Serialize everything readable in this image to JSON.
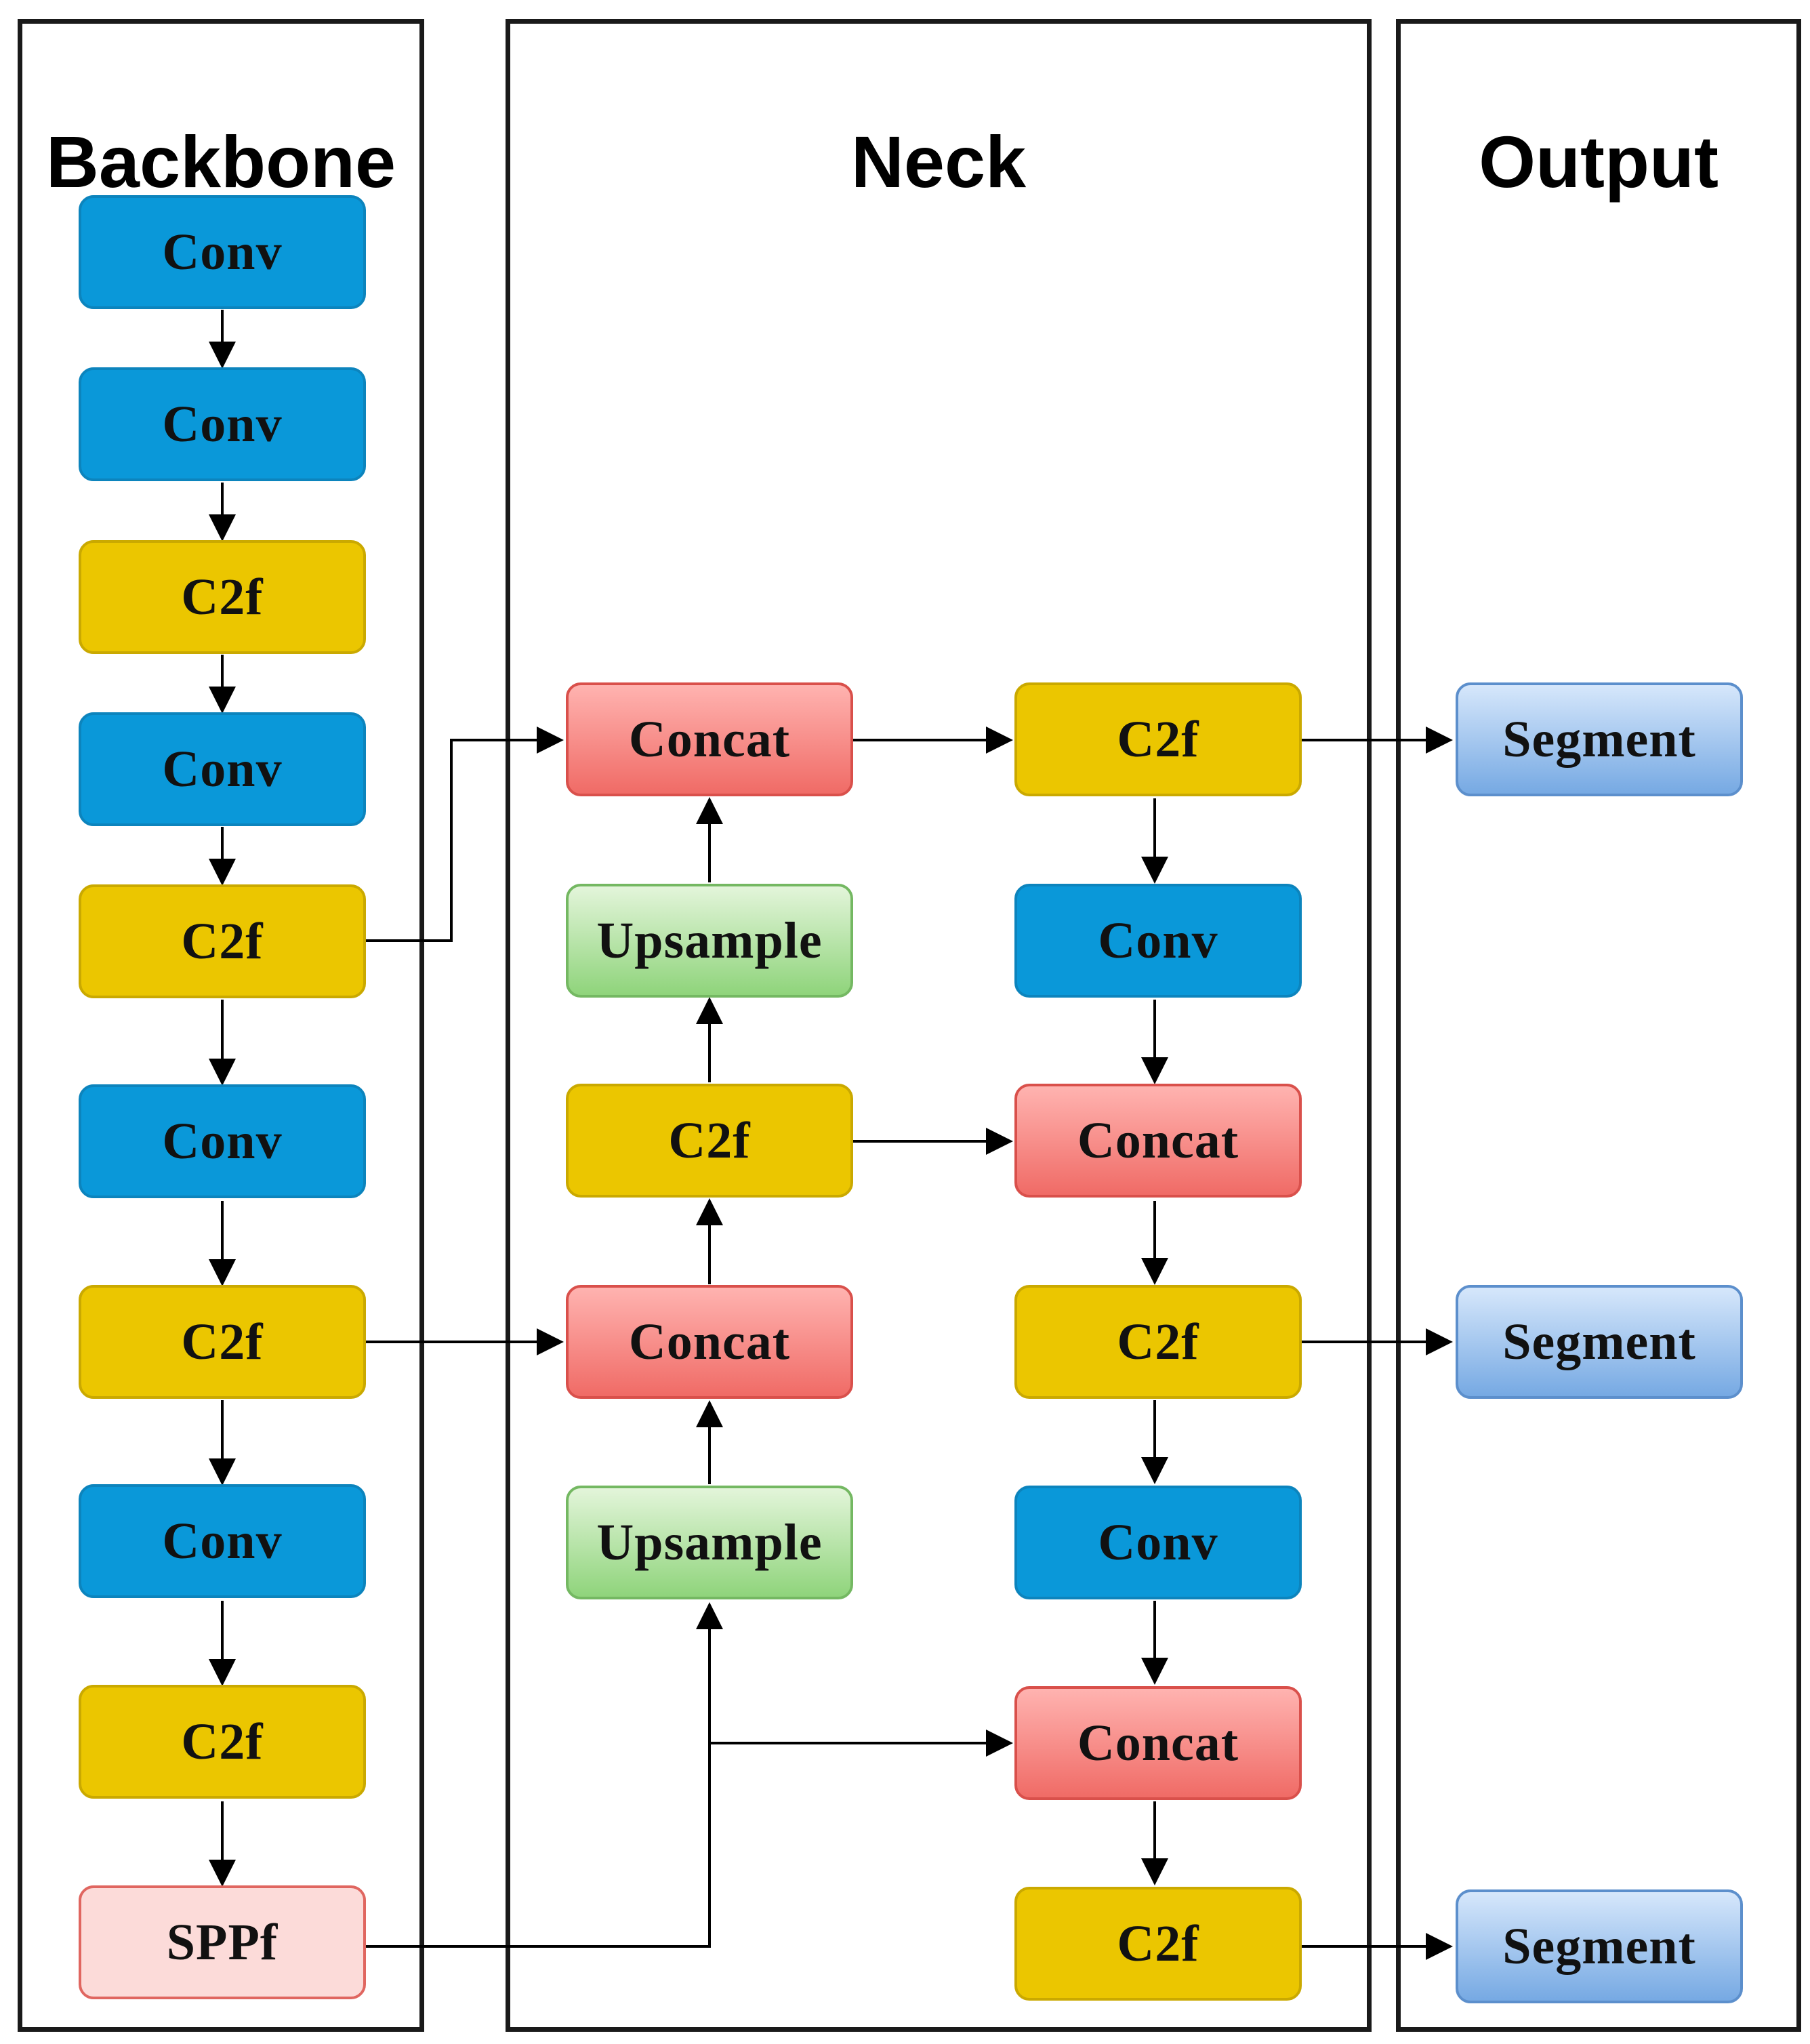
{
  "panels": {
    "backbone": "Backbone",
    "neck": "Neck",
    "output": "Output"
  },
  "backbone": [
    "Conv",
    "Conv",
    "C2f",
    "Conv",
    "C2f",
    "Conv",
    "C2f",
    "Conv",
    "C2f",
    "SPPf"
  ],
  "neck_left": [
    "Concat",
    "Upsample",
    "C2f",
    "Concat",
    "Upsample"
  ],
  "neck_right": [
    "C2f",
    "Conv",
    "Concat",
    "C2f",
    "Conv",
    "Concat",
    "C2f"
  ],
  "output": [
    "Segment",
    "Segment",
    "Segment"
  ],
  "colors": {
    "conv": "#0a98d9",
    "c2f": "#ebc600",
    "concat": "#f06b66",
    "upsample": "#8fd47b",
    "segment": "#76a9e3",
    "sppf": "#fcdbd9"
  }
}
